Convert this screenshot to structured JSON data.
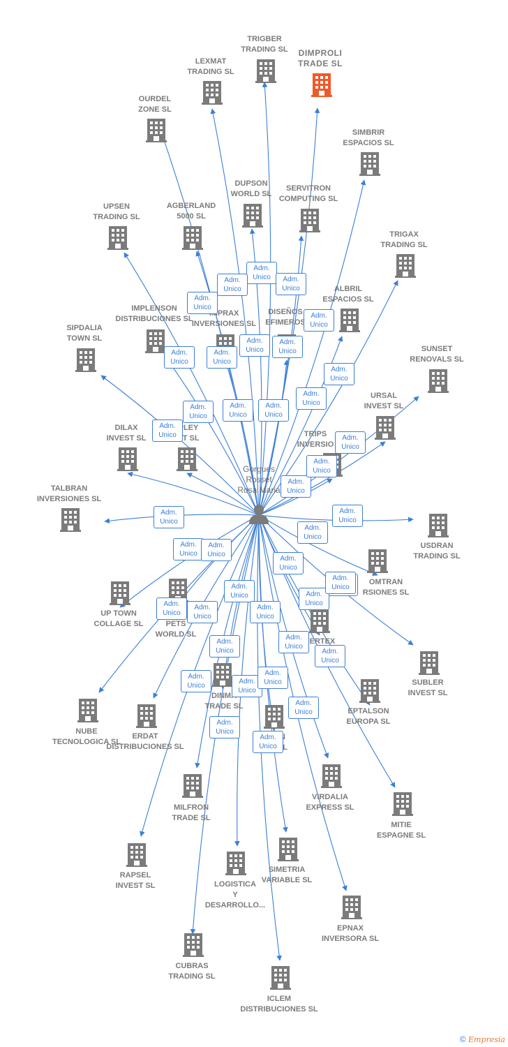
{
  "colors": {
    "edge": "#3b7fd6",
    "building": "#7b7b7b",
    "highlight": "#f05a28",
    "person": "#7b7b7b"
  },
  "center": {
    "name": "Gorgues\nRosset\nRosa Maria",
    "icon": "person-icon"
  },
  "relation_label": "Adm.\nUnico",
  "nodes": [
    {
      "id": "trigber",
      "label": "TRIGBER\nTRADING SL"
    },
    {
      "id": "dimproli",
      "label": "DIMPROLI\nTRADE  SL",
      "highlight": true
    },
    {
      "id": "lexmat",
      "label": "LEXMAT\nTRADING SL"
    },
    {
      "id": "ourdel",
      "label": "OURDEL\nZONE SL"
    },
    {
      "id": "simbrir",
      "label": "SIMBRIR\nESPACIOS SL"
    },
    {
      "id": "dupson",
      "label": "DUPSON\nWORLD SL"
    },
    {
      "id": "servitron",
      "label": "SERVITRON\nCOMPUTING SL"
    },
    {
      "id": "upsen",
      "label": "UPSEN\nTRADING SL"
    },
    {
      "id": "agberland",
      "label": "AGBERLAND\n5000 SL"
    },
    {
      "id": "trigax",
      "label": "TRIGAX\nTRADING SL"
    },
    {
      "id": "albril",
      "label": "ALBRIL\nESPACIOS SL"
    },
    {
      "id": "implenson",
      "label": "IMPLENSON\nDISTRIBUCIONES SL"
    },
    {
      "id": "imprax",
      "label": "IMPRAX\nINVERSIONES SL"
    },
    {
      "id": "disenos",
      "label": "DISEÑOS\nEFIMEROS"
    },
    {
      "id": "sipdalia",
      "label": "SIPDALIA\nTOWN SL"
    },
    {
      "id": "sunset",
      "label": "SUNSET\nRENOVALS SL"
    },
    {
      "id": "ursal",
      "label": "URSAL\nINVEST SL"
    },
    {
      "id": "dilax",
      "label": "DILAX\nINVEST SL"
    },
    {
      "id": "pley",
      "label": "PLEY\nST  SL"
    },
    {
      "id": "trips",
      "label": "TRIPS\nINVERSIO"
    },
    {
      "id": "talbran",
      "label": "TALBRAN\nINVERSIONES SL"
    },
    {
      "id": "usdran",
      "label": "USDRAN\nTRADING SL"
    },
    {
      "id": "omtran",
      "label": "OMTRAN\nRSIONES SL"
    },
    {
      "id": "uptown",
      "label": "UP TOWN\nCOLLAGE SL"
    },
    {
      "id": "pets",
      "label": "A\nPETS\nWORLD SL"
    },
    {
      "id": "ertex",
      "label": "ERTEX\nD"
    },
    {
      "id": "subler",
      "label": "SUBLER\nINVEST SL"
    },
    {
      "id": "nube",
      "label": "NUBE\nTECNOLOGICA SL"
    },
    {
      "id": "dinma",
      "label": "DINMA\nTRADE  SL"
    },
    {
      "id": "eptalson",
      "label": "EPTALSON\nEUROPA SL"
    },
    {
      "id": "erdat",
      "label": "ERDAT\nDISTRIBUCIONES SL"
    },
    {
      "id": "nsl",
      "label": "N\nSL"
    },
    {
      "id": "milfron",
      "label": "MILFRON\nTRADE SL"
    },
    {
      "id": "virdalia",
      "label": "VIRDALIA\nEXPRESS SL"
    },
    {
      "id": "mitie",
      "label": "MITIE\nESPAGNE  SL"
    },
    {
      "id": "rapsel",
      "label": "RAPSEL\nINVEST SL"
    },
    {
      "id": "logistica",
      "label": "LOGISTICA\nY\nDESARROLLO..."
    },
    {
      "id": "simetria",
      "label": "SIMETRIA\nVARIABLE SL"
    },
    {
      "id": "epnax",
      "label": "EPNAX\nINVERSORA SL"
    },
    {
      "id": "cubras",
      "label": "CUBRAS\nTRADING SL"
    },
    {
      "id": "iclem",
      "label": "ICLEM\nDISTRIBUCIONES SL"
    }
  ],
  "footer": {
    "copyright": "©",
    "brand": "Empresia"
  }
}
